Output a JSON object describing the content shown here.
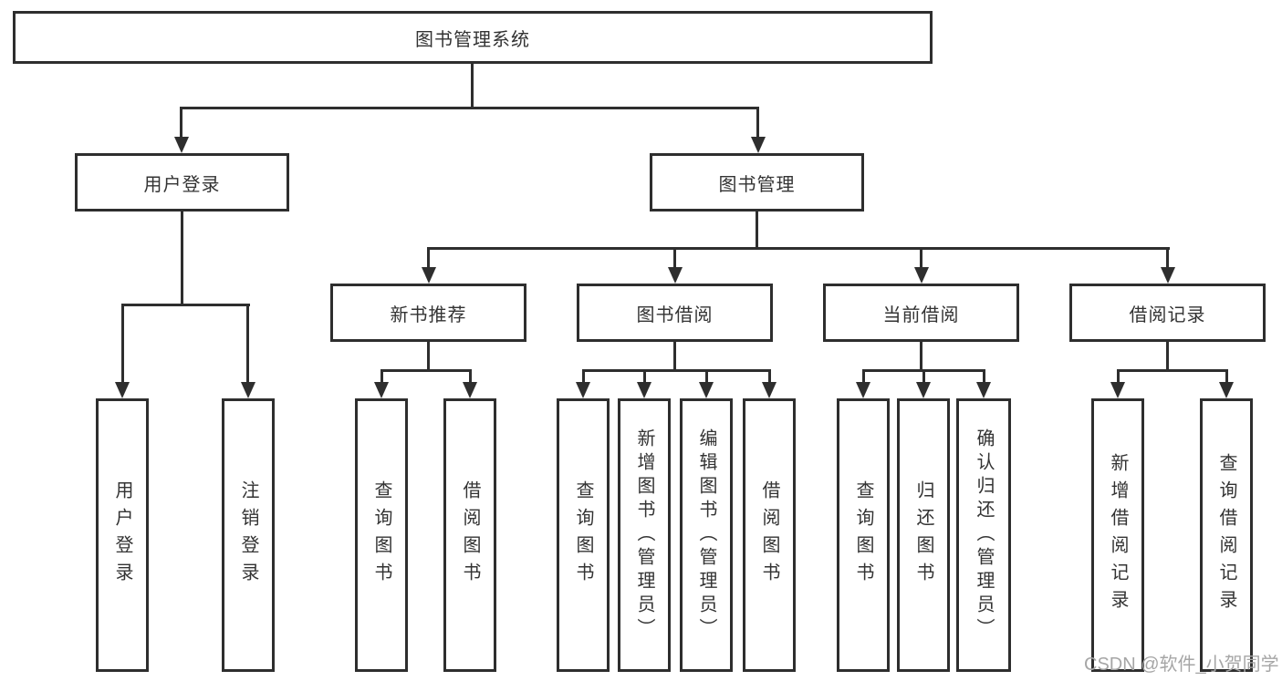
{
  "colors": {
    "line": "#2e2e2e",
    "text": "#333333",
    "box_bg": "#ffffff",
    "watermark": "#a6a6a6"
  },
  "watermark": "CSDN @软件_小贺同学",
  "tree": {
    "root": "图书管理系统",
    "branches": [
      {
        "label": "用户登录",
        "leaves": [
          "用户登录",
          "注销登录"
        ]
      },
      {
        "label": "图书管理",
        "groups": [
          {
            "label": "新书推荐",
            "leaves": [
              "查询图书",
              "借阅图书"
            ]
          },
          {
            "label": "图书借阅",
            "leaves": [
              "查询图书",
              "新增图书（管理员）",
              "编辑图书（管理员）",
              "借阅图书"
            ]
          },
          {
            "label": "当前借阅",
            "leaves": [
              "查询图书",
              "归还图书",
              "确认归还（管理员）"
            ]
          },
          {
            "label": "借阅记录",
            "leaves": [
              "新增借阅记录",
              "查询借阅记录"
            ]
          }
        ]
      }
    ]
  }
}
